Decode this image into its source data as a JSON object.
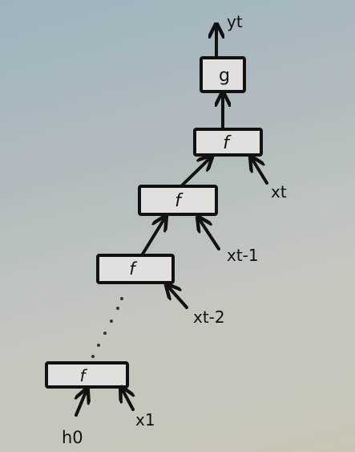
{
  "nodes": {
    "g": "g",
    "f_t": "f",
    "f_t1": "f",
    "f_t2": "f",
    "f_1": "f"
  },
  "inputs": {
    "h0": "h0",
    "x1": "x1",
    "x_t2": "xt-2",
    "x_t1": "xt-1",
    "x_t": "xt"
  },
  "output": {
    "y_t": "yt"
  }
}
